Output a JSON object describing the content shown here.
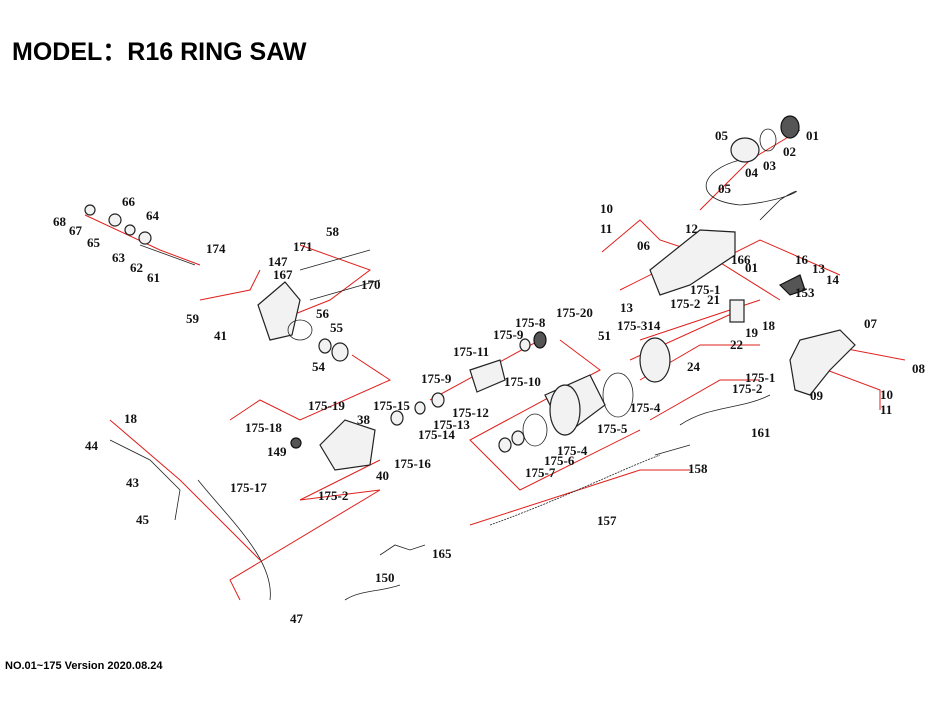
{
  "title": "MODEL：R16  RING SAW",
  "footer": "NO.01~175  Version 2020.08.24",
  "accent_color": "#e0201c",
  "callouts": [
    "01",
    "02",
    "03",
    "04",
    "05",
    "05",
    "10",
    "11",
    "12",
    "06",
    "166",
    "01",
    "16",
    "13",
    "14",
    "153",
    "13",
    "175-1",
    "175-2",
    "21",
    "175-314",
    "51",
    "18",
    "19",
    "22",
    "24",
    "175-4",
    "07",
    "08",
    "09",
    "10",
    "11",
    "175-1",
    "175-2",
    "161",
    "158",
    "157",
    "175-8",
    "175-9",
    "175-20",
    "175-11",
    "175-10",
    "175-9",
    "175-12",
    "175-13",
    "175-14",
    "175-15",
    "38",
    "175-19",
    "175-18",
    "149",
    "175-16",
    "40",
    "175-17",
    "175-2",
    "175-4",
    "175-6",
    "175-7",
    "175-5",
    "56",
    "55",
    "54",
    "41",
    "59",
    "58",
    "171",
    "147",
    "167",
    "170",
    "174",
    "61",
    "62",
    "63",
    "64",
    "65",
    "66",
    "67",
    "68",
    "18",
    "44",
    "43",
    "45",
    "165",
    "150",
    "47"
  ]
}
